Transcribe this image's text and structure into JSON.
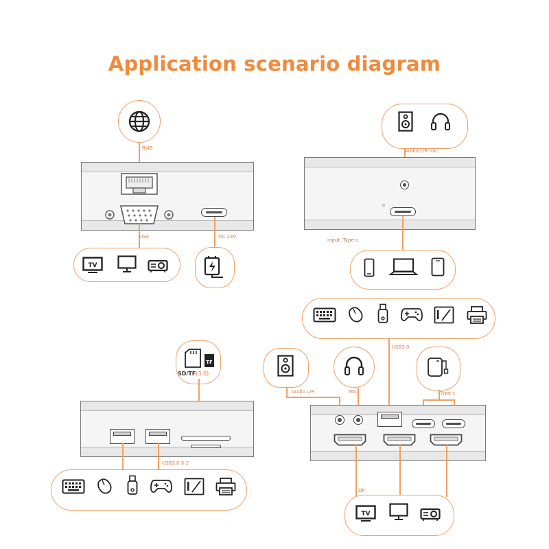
{
  "title": "Application scenario diagram",
  "labels": {
    "rj45": "RJ45",
    "vga": "VGA",
    "dc24v": "DC 24V",
    "audio_mic_top": "Audio L/R  mic",
    "input_typec": "input: Type-c",
    "sd_tf": "SD/TF",
    "sd_tf_ver": "(3.0)",
    "usb30x2": "USB3.0 X 2",
    "usb30": "USB3.0",
    "audio_lr": "Audio L/R",
    "mic": "MIC",
    "typec": "Type-c",
    "dp": "DP",
    "tv1": "TV",
    "tv2": "TV",
    "tf": "TF"
  },
  "icons": {
    "globe": "globe-icon",
    "speaker": "speaker-icon",
    "headphones": "headphones-icon",
    "tv": "tv-icon",
    "monitor": "monitor-icon",
    "projector": "projector-icon",
    "charger": "charger-icon",
    "phone": "phone-icon",
    "laptop": "laptop-icon",
    "tablet": "tablet-icon",
    "keyboard": "keyboard-icon",
    "mouse": "mouse-icon",
    "usb_drive": "usb-drive-icon",
    "gamepad": "gamepad-icon",
    "drawing_tablet": "drawing-tablet-icon",
    "printer": "printer-icon",
    "sd_card": "sd-card-icon",
    "external_drive": "external-drive-icon"
  },
  "colors": {
    "accent": "#f08a3c",
    "outline": "#f0a060",
    "device": "#7a7a7a"
  }
}
